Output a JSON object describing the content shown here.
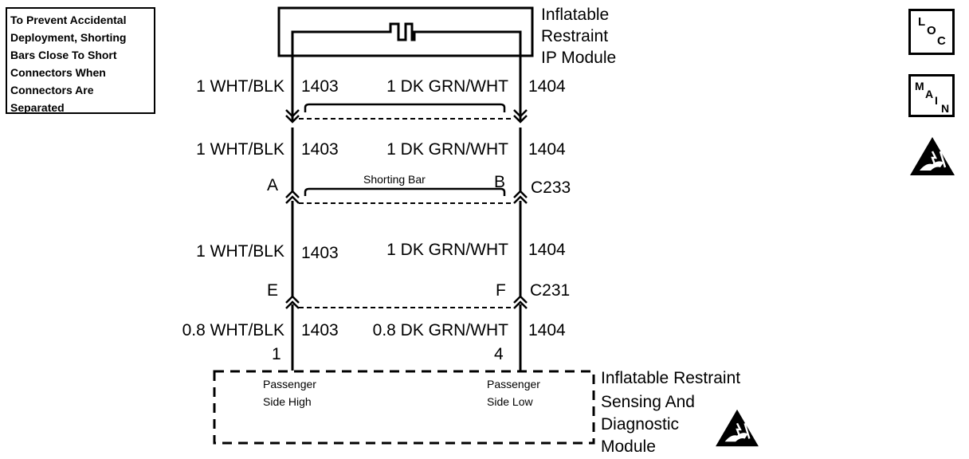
{
  "note": {
    "lines": [
      "To Prevent Accidental",
      "Deployment, Shorting",
      "Bars Close To Short",
      "Connectors When",
      "Connectors Are",
      "Separated"
    ]
  },
  "ip_module": {
    "name_lines": [
      "Inflatable",
      "Restraint",
      "IP Module"
    ]
  },
  "circuits": {
    "left": {
      "wire_top_1": "1 WHT/BLK",
      "wire_top_2": "1 WHT/BLK",
      "wire_mid": "1 WHT/BLK",
      "wire_bottom": "0.8 WHT/BLK",
      "circuit_number": "1403"
    },
    "right": {
      "wire_top_1": "1 DK GRN/WHT",
      "wire_top_2": "1 DK GRN/WHT",
      "wire_mid": "1 DK GRN/WHT",
      "wire_bottom": "0.8 DK GRN/WHT",
      "circuit_number": "1404"
    }
  },
  "connectors": {
    "c233": {
      "id": "C233",
      "pin_left": "A",
      "pin_right": "B",
      "shorting_bar": "Shorting Bar"
    },
    "c231": {
      "id": "C231",
      "pin_left": "E",
      "pin_right": "F"
    }
  },
  "sdm": {
    "pin_left": "1",
    "pin_right": "4",
    "left_label_lines": [
      "Passenger",
      "Side High"
    ],
    "right_label_lines": [
      "Passenger",
      "Side Low"
    ],
    "name_lines": [
      "Inflatable Restraint",
      "Sensing And",
      "Diagnostic",
      "Module"
    ]
  },
  "icons": {
    "loc": {
      "letters": [
        "L",
        "O",
        "C"
      ],
      "icon": "location-icon"
    },
    "main": {
      "letters": [
        "M",
        "A",
        "I",
        "N"
      ],
      "icon": "main-icon"
    },
    "esd_top": "esd-warning-icon",
    "esd_bottom": "esd-warning-icon"
  }
}
